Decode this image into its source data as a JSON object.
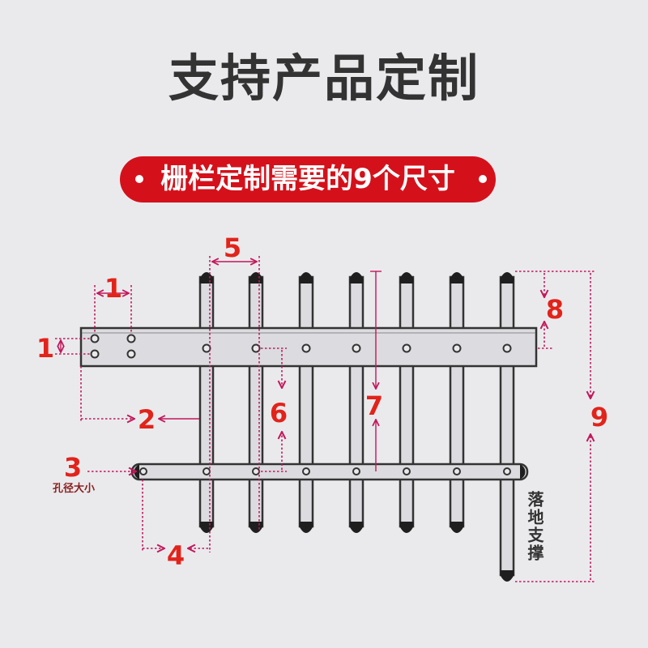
{
  "title": "支持产品定制",
  "subtitle": "栅栏定制需要的9个尺寸",
  "dimension_labels": [
    "1",
    "1",
    "2",
    "3",
    "4",
    "5",
    "6",
    "7",
    "8",
    "9"
  ],
  "hole_size_label": "孔径大小",
  "ground_support_label": "落地支撑",
  "colors": {
    "background": "#eaeaed",
    "accent_red": "#d4111b",
    "dimension_line": "#c2185b",
    "label_red": "#e2231a",
    "text_dark": "#333333"
  }
}
